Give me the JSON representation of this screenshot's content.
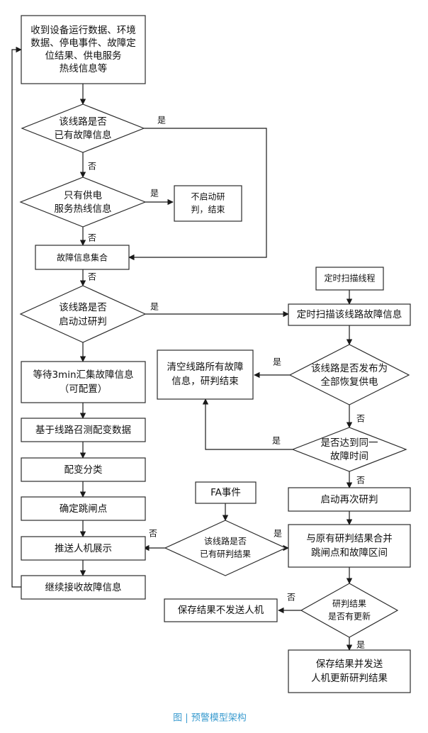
{
  "nodes": {
    "collect": [
      "收到设备运行数据、环境",
      "数据、停电事件、故障定",
      "位结果、供电服务",
      "热线信息等"
    ],
    "has_fault": [
      "该线路是否",
      "已有故障信息"
    ],
    "only_hotline": [
      "只有供电",
      "服务热线信息"
    ],
    "no_analysis": [
      "不启动研",
      "判，结束"
    ],
    "aggregate": [
      "故障信息集合"
    ],
    "started": [
      "该线路是否",
      "启动过研判"
    ],
    "wait": [
      "等待3min汇集故障信息",
      "（可配置）"
    ],
    "recall": [
      "基于线路召测配变数据"
    ],
    "classify": [
      "配变分类"
    ],
    "trip": [
      "确定跳闸点"
    ],
    "push": [
      "推送人机展示"
    ],
    "continue": [
      "继续接收故障信息"
    ],
    "timer": [
      "定时扫描线程"
    ],
    "scan": [
      "定时扫描该线路故障信息"
    ],
    "clear": [
      "清空线路所有故障",
      "信息，研判结束"
    ],
    "restored": [
      "该线路是否发布为",
      "全部恢复供电"
    ],
    "same_time": [
      "是否达到同一",
      "故障时间"
    ],
    "restart": [
      "启动再次研判"
    ],
    "fa_event": [
      "FA事件"
    ],
    "has_result": [
      "该线路是否",
      "已有研判结果"
    ],
    "merge": [
      "与原有研判结果合并",
      "跳闸点和故障区间"
    ],
    "updated": [
      "研判结果",
      "是否有更新"
    ],
    "save_no_send": [
      "保存结果不发送人机"
    ],
    "save_send": [
      "保存结果并发送",
      "人机更新研判结果"
    ]
  },
  "labels": {
    "yes": "是",
    "no": "否"
  },
  "caption": "图 | 预警模型架构",
  "colors": {
    "caption": "#3a9bcf",
    "stroke": "#1a1a1a"
  }
}
